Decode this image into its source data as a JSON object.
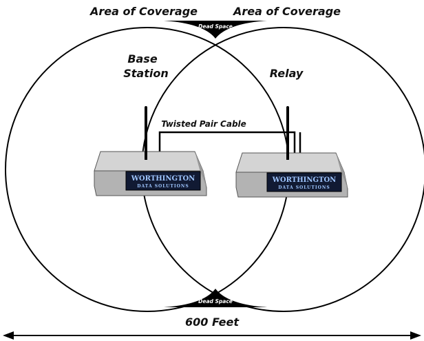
{
  "labels": {
    "coverage_left": "Area of Coverage",
    "coverage_right": "Area of Coverage",
    "dead_space_top": "Dead Space",
    "dead_space_bottom": "Dead Space",
    "base_station_line1": "Base",
    "base_station_line2": "Station",
    "relay": "Relay",
    "cable": "Twisted Pair Cable",
    "distance": "600 Feet"
  },
  "devices": {
    "base": {
      "brand_line1": "WORTHINGTON",
      "brand_line2": "DATA SOLUTIONS"
    },
    "relay": {
      "brand_line1": "WORTHINGTON",
      "brand_line2": "DATA SOLUTIONS"
    }
  },
  "colors": {
    "stroke": "#000000",
    "dead_space": "#000000",
    "device_top": "#d4d4d4",
    "device_front": "#b3b3b3",
    "device_side": "#9a9a9a",
    "panel": "#111a33",
    "brand_text": "#9fc6ff"
  }
}
